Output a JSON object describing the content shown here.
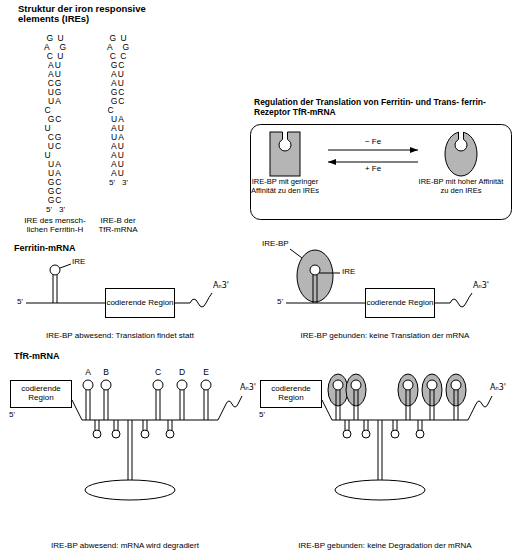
{
  "diagram": {
    "nodes": [
      {
        "text": [
          "Regulation der Translation von Ferritin- und Trans- ferrin-Rezeptor TfR-mRNA"
        ]
      },
      {
        "text": [
          "IRE-BP mit geringer Affinität zu den IREs"
        ],
        "in": 0
      },
      {
        "text": [
          "IRE-BP mit hoher Affinität zu den IREs"
        ],
        "in": 0
      },
      {
        "text": [
          "codierende Region"
        ]
      },
      {
        "text": [
          "codierende Region"
        ]
      },
      {
        "text": [
          "codierende Region"
        ]
      },
      {
        "text": [
          "codierende Region"
        ]
      }
    ],
    "edges": [
      {
        "from": 1,
        "to": 2,
        "arrow": "to",
        "label": "− Fe"
      },
      {
        "from": 2,
        "to": 1,
        "arrow": "to",
        "label": "+ Fe"
      }
    ],
    "labels": [
      "Struktur der iron responsive elements (IREs)",
      "G U",
      "A G",
      "C U",
      "AU",
      "AU",
      "CG",
      "UG",
      "UA",
      "C",
      "GC",
      "U",
      "CG",
      "UC",
      "U",
      "UA",
      "UA",
      "GC",
      "GC",
      "GC",
      "5'",
      "3'",
      "IRE des mensch- lichen Ferritin-H",
      "G U",
      "A G",
      "C C",
      "GC",
      "AU",
      "AU",
      "GC",
      "GC",
      "C",
      "UA",
      "AU",
      "UA",
      "AU",
      "AU",
      "AU",
      "AU",
      "5'",
      "3'",
      "IRE-B der TfR-mRNA",
      "Ferritin-mRNA",
      "IRE",
      "5'",
      "Aₙ3'",
      "IRE-BP abwesend: Translation findet statt",
      "IRE-BP",
      "IRE",
      "5'",
      "Aₙ3'",
      "IRE-BP gebunden: keine Translation der mRNA",
      "TfR-mRNA",
      "A",
      "B",
      "C",
      "D",
      "E",
      "5'",
      "Aₙ3'",
      "IRE-BP abwesend: mRNA wird degradiert",
      "5'",
      "Aₙ3'",
      "IRE-BP gebunden: keine Degradation der mRNA"
    ]
  }
}
